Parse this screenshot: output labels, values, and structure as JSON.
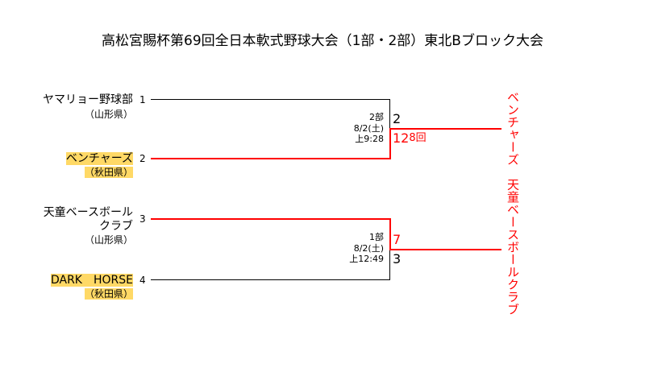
{
  "title": "高松宮賜杯第69回全日本軟式野球大会（1部・2部）東北Bブロック大会",
  "teams": [
    {
      "seed": "1",
      "name": "ヤマリョー野球部",
      "pref": "（山形県）"
    },
    {
      "seed": "2",
      "name": "ベンチャーズ",
      "pref": "（秋田県）"
    },
    {
      "seed": "3",
      "name_line1": "天童ベースボール",
      "name_line2": "クラブ",
      "pref": "（山形県）"
    },
    {
      "seed": "4",
      "name": "DARK　HORSE",
      "pref": "（秋田県）"
    }
  ],
  "matches": [
    {
      "division": "2部",
      "date": "8/2(土)",
      "time": "上9:28",
      "score_top": "2",
      "score_bottom": "12",
      "innings": "8回"
    },
    {
      "division": "1部",
      "date": "8/2(土)",
      "time": "上12:49",
      "score_top": "7",
      "score_bottom": "3"
    }
  ],
  "winner_text": "ベンチャーズ　天童ベースボールクラブ",
  "colors": {
    "win": "#ff0000",
    "lose": "#000000",
    "highlight": "#ffd966"
  }
}
